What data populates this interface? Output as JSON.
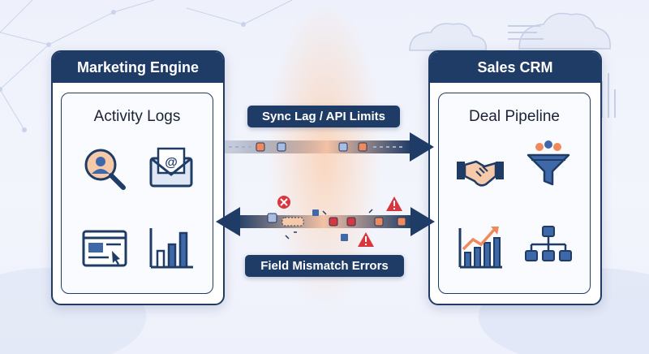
{
  "marketing_panel": {
    "title": "Marketing Engine",
    "subtitle": "Activity Logs",
    "icons": [
      "user-search-icon",
      "email-icon",
      "web-page-icon",
      "bar-chart-icon"
    ]
  },
  "crm_panel": {
    "title": "Sales CRM",
    "subtitle": "Deal Pipeline",
    "icons": [
      "handshake-icon",
      "funnel-icon",
      "growth-chart-icon",
      "org-chart-icon"
    ]
  },
  "flows": {
    "top_label": "Sync Lag / API Limits",
    "bottom_label": "Field Mismatch Errors"
  },
  "colors": {
    "navy": "#1f3c66",
    "accent_orange": "#f08a5d",
    "error_red": "#d9363e",
    "icon_blue": "#3f68a8"
  }
}
